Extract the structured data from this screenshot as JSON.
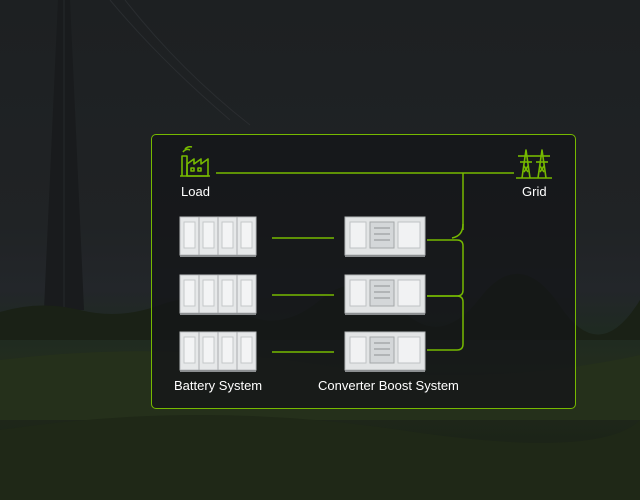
{
  "diagram": {
    "load_label": "Load",
    "grid_label": "Grid",
    "battery_label": "Battery System",
    "converter_label": "Converter Boost System",
    "accent_color": "#76b900",
    "icons": {
      "load": "factory-icon",
      "grid": "transmission-tower-icon",
      "battery": "battery-cabinet-icon",
      "converter": "converter-cabinet-icon"
    }
  }
}
